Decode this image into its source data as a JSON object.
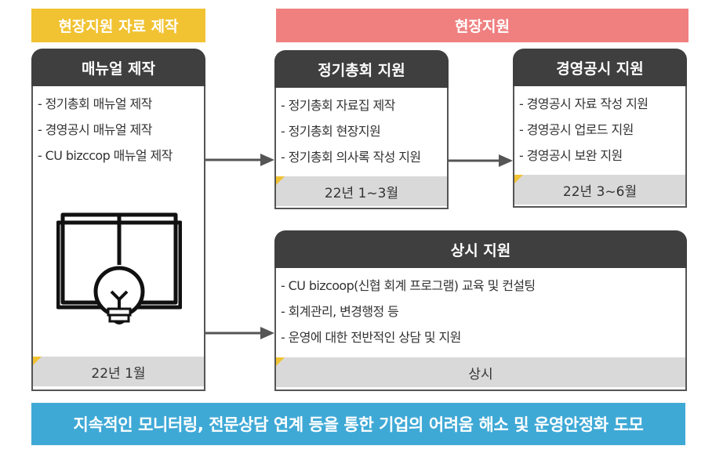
{
  "banners": {
    "left": "현장지원 자료 제작",
    "right": "현장지원"
  },
  "manual": {
    "title": "매뉴얼 제작",
    "items": [
      "- 정기총회 매뉴얼 제작",
      "- 경영공시 매뉴얼 제작",
      "- CU bizccop 매뉴얼 제작"
    ],
    "period": "22년 1월",
    "icon": "book-lightbulb-icon"
  },
  "general_meeting": {
    "title": "정기총회 지원",
    "items": [
      "- 정기총회 자료집 제작",
      "- 정기총회 현장지원",
      "- 정기총회 의사록 작성 지원"
    ],
    "period": "22년 1~3월"
  },
  "disclosure": {
    "title": "경영공시 지원",
    "items": [
      "- 경영공시 자료 작성 지원",
      "- 경영공시 업로드 지원",
      "- 경영공시 보완 지원"
    ],
    "period": "22년 3~6월"
  },
  "ongoing": {
    "title": "상시 지원",
    "items": [
      "- CU bizcoop(신협 회계 프로그램) 교육 및 컨설팅",
      "- 회계관리,  변경행정 등",
      "- 운영에 대한 전반적인 상담 및 지원"
    ],
    "period": "상시"
  },
  "footer": "지속적인 모니터링, 전문상담 연계 등을 통한 기업의 어려움 해소 및 운영안정화 도모",
  "colors": {
    "yellow_banner": "#f1c232",
    "red_banner": "#f08080",
    "card_header": "#3f3f3f",
    "footer_bar": "#3fa9d6",
    "period_bar": "#d9d9d9"
  }
}
